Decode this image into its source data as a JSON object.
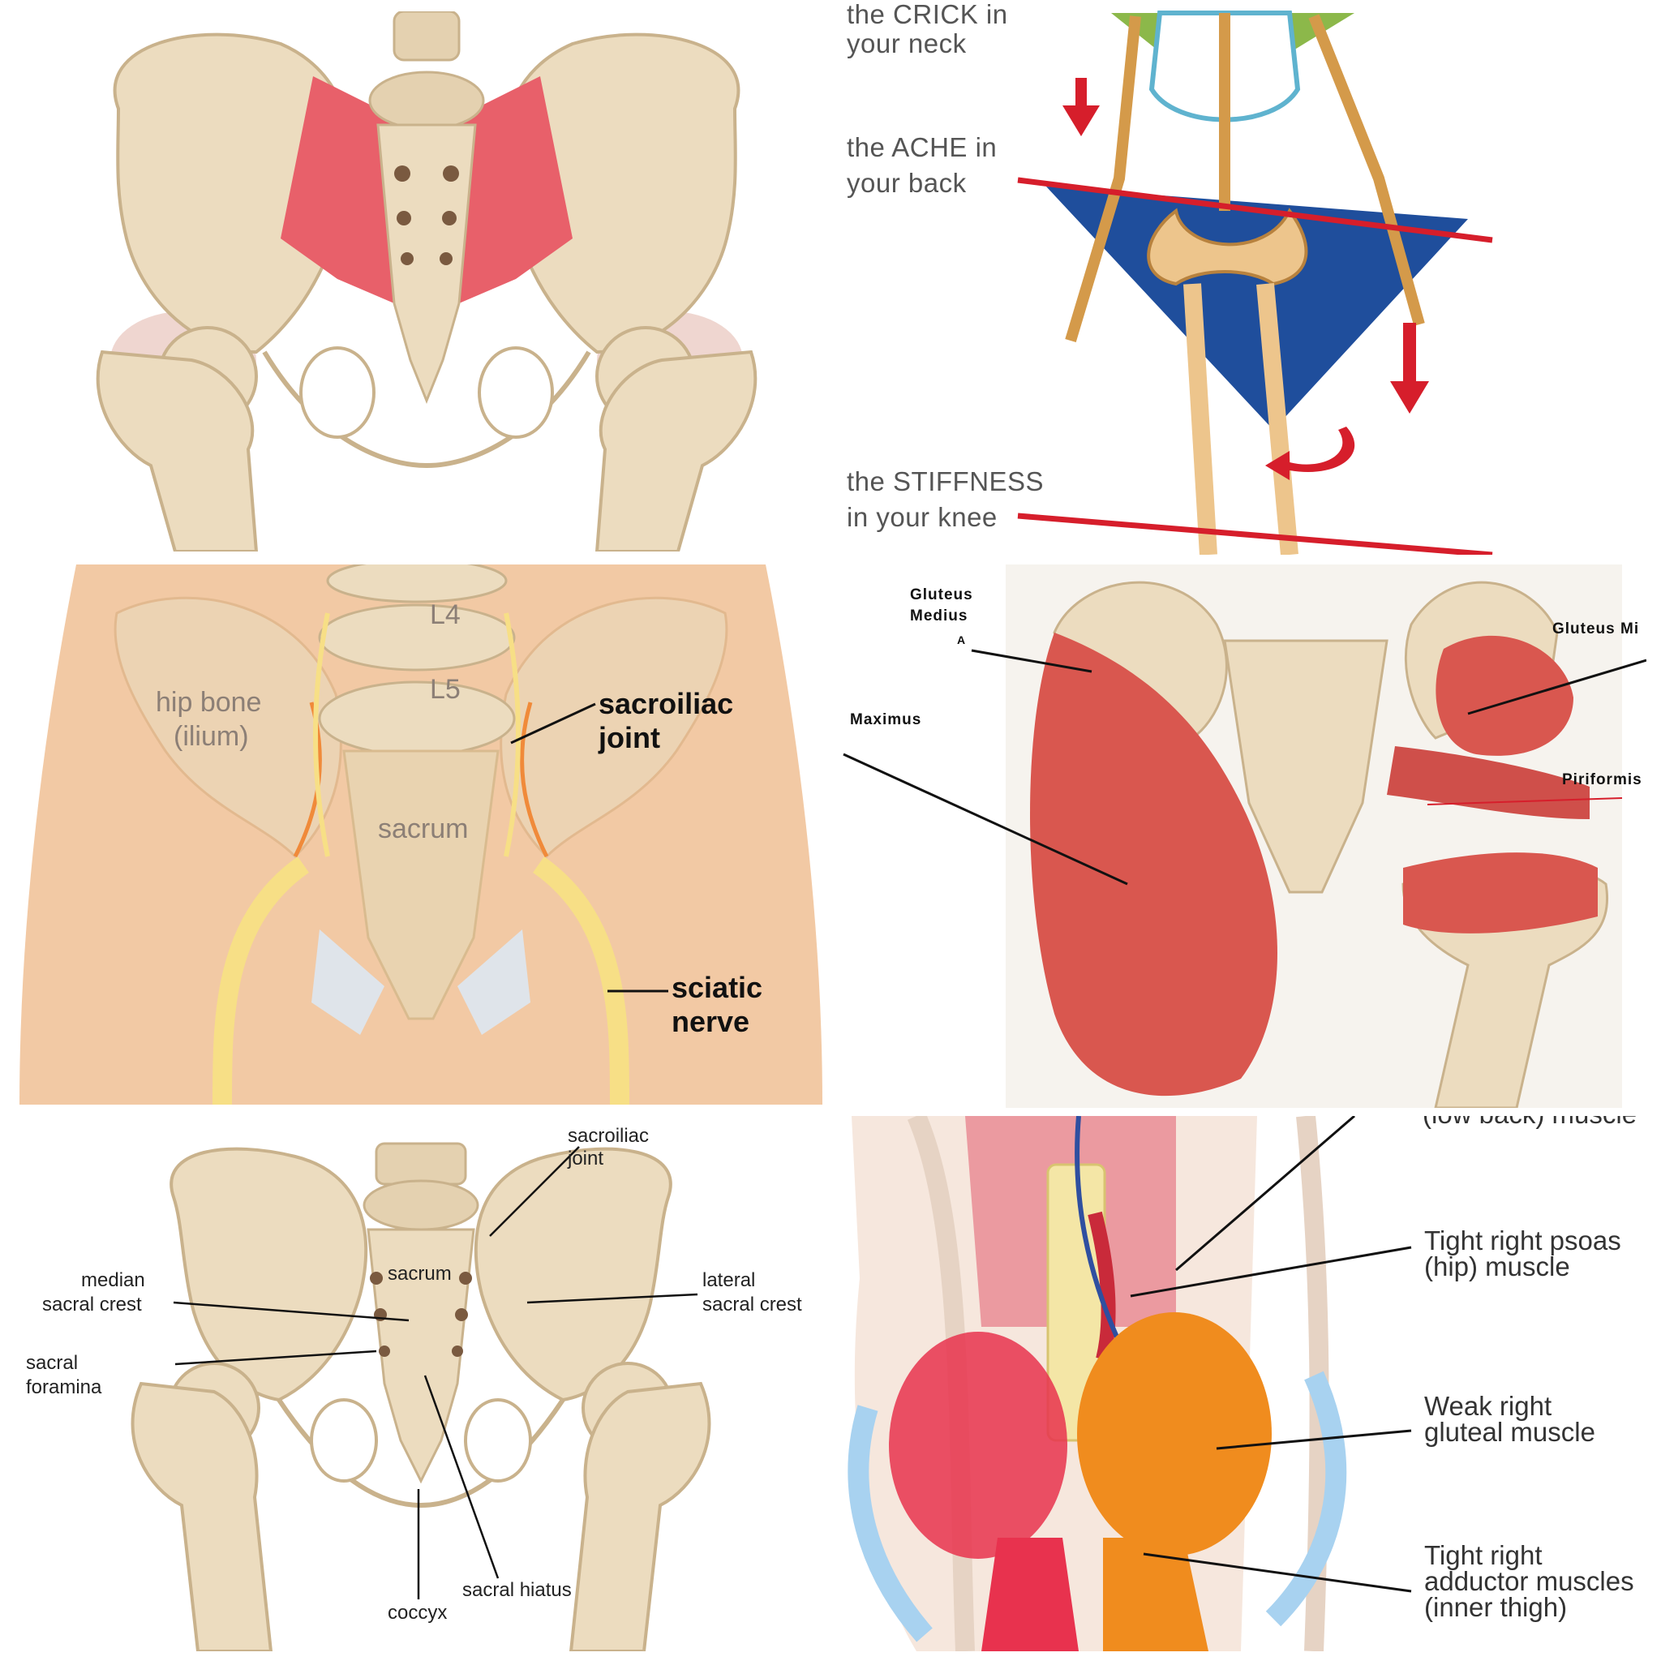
{
  "panel_skeleton": {
    "neck_label_line1": "the CRICK in",
    "neck_label_line2": "your neck",
    "back_label_line1": "the ACHE in",
    "back_label_line2": "your back",
    "knee_label_line1": "the STIFFNESS",
    "knee_label_line2": "in your knee"
  },
  "panel_sacroiliac": {
    "l4": "L4",
    "l5": "L5",
    "hip_bone_line1": "hip bone",
    "hip_bone_line2": "(ilium)",
    "sacrum": "sacrum",
    "si_joint_line1": "sacroiliac",
    "si_joint_line2": "joint",
    "sciatic_line1": "sciatic",
    "sciatic_line2": "nerve"
  },
  "panel_gluteus": {
    "medius_line1": "Gluteus",
    "medius_line2": "Medius",
    "medius_marker": "A",
    "minimus": "Gluteus Mi",
    "maximus": "Maximus",
    "piriformis": "Piriformis"
  },
  "panel_sacrum_labels": {
    "sacroiliac_line1": "sacroiliac",
    "sacroiliac_line2": "joint",
    "sacrum": "sacrum",
    "median_line1": "median",
    "median_line2": "sacral crest",
    "lateral_line1": "lateral",
    "lateral_line2": "sacral crest",
    "foramina_line1": "sacral",
    "foramina_line2": "foramina",
    "coccyx": "coccyx",
    "hiatus": "sacral hiatus"
  },
  "panel_muscles": {
    "top_cut": "(low back) muscle",
    "psoas_line1": "Tight right psoas",
    "psoas_line2": "(hip) muscle",
    "gluteal_line1": "Weak right",
    "gluteal_line2": "gluteal muscle",
    "adductor_line1": "Tight right",
    "adductor_line2": "adductor muscles",
    "adductor_line3": "(inner thigh)"
  },
  "colors": {
    "bone": "#ecdcbf",
    "bone_shadow": "#c9b28c",
    "ligament_red": "#e8606a",
    "muscle_red": "#d9574f",
    "arrow_red": "#d61e2b",
    "blue_triangle": "#1f4e9c",
    "nerve_yellow": "#f7df86",
    "skin": "#f2c9a4",
    "orange": "#f08c1e",
    "pink": "#e8324e",
    "light_blue": "#a8d2f0"
  }
}
